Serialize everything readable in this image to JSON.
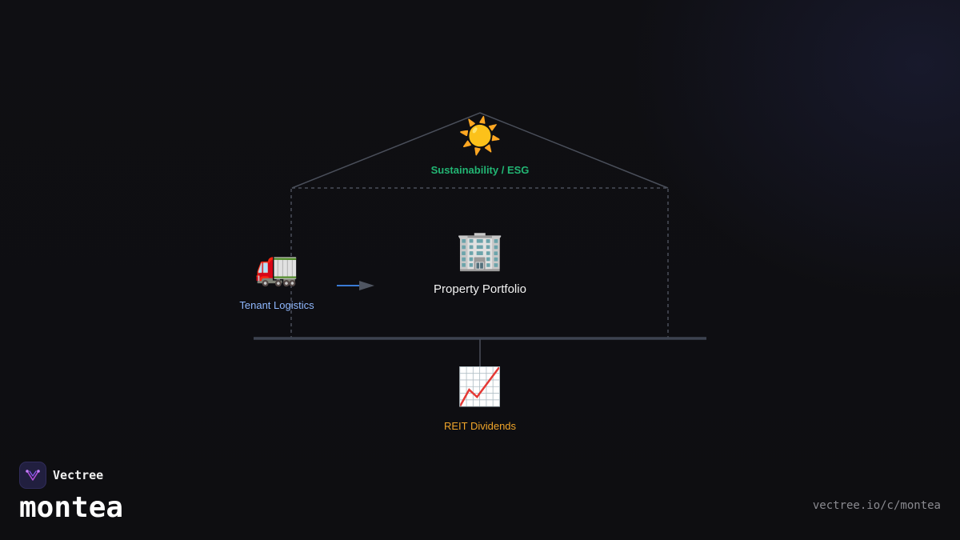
{
  "colors": {
    "esg": "#22b573",
    "tenant": "#8fb8ff",
    "reit": "#f0a52a",
    "arrow": "#3a7bd5",
    "lines": "#4a4f5a",
    "brand_accent": "#b04ed8"
  },
  "diagram": {
    "roof_node": {
      "icon": "sun-icon",
      "glyph": "☀️",
      "label": "Sustainability / ESG"
    },
    "center_node": {
      "icon": "office-building-icon",
      "glyph": "🏢",
      "label": "Property Portfolio"
    },
    "left_node": {
      "icon": "truck-icon",
      "glyph": "🚛",
      "label": "Tenant Logistics"
    },
    "bottom_node": {
      "icon": "chart-increasing-icon",
      "glyph": "📈",
      "label": "REIT Dividends"
    }
  },
  "brand": {
    "logo_icon": "vectree-logo-icon",
    "name": "Vectree",
    "channel": "montea"
  },
  "footer": {
    "url": "vectree.io/c/montea"
  }
}
